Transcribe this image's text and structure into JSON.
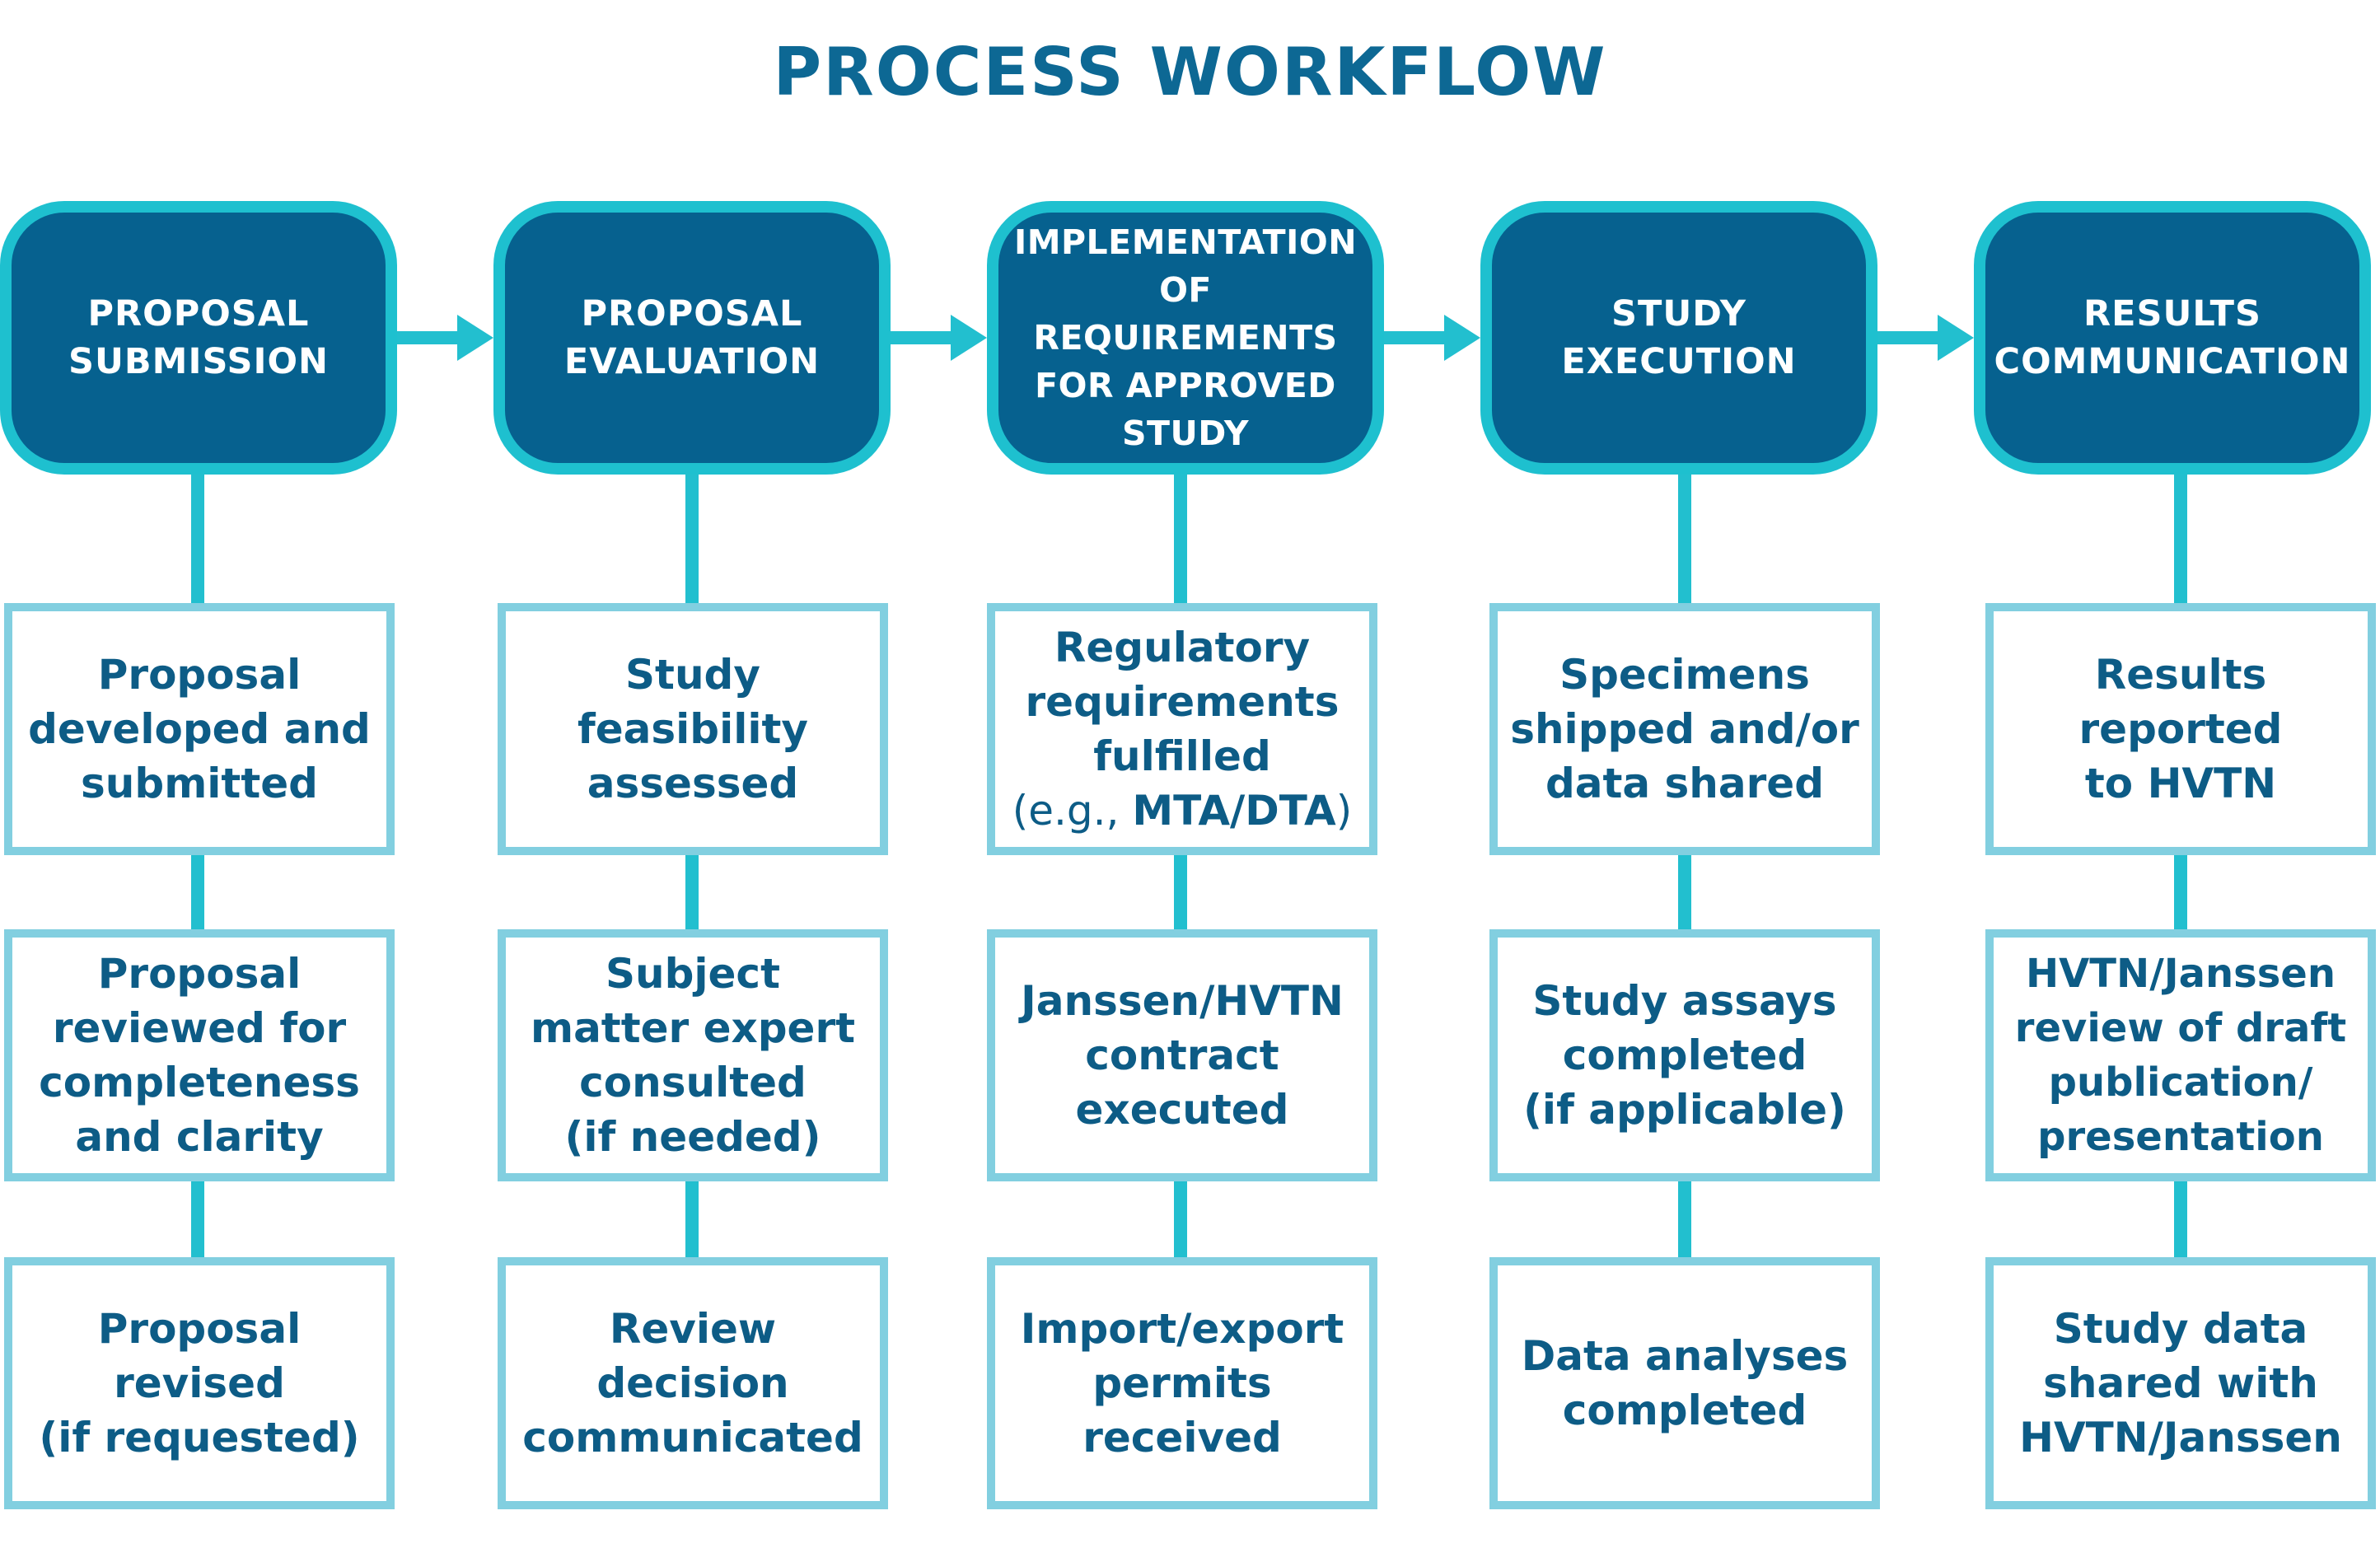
{
  "title": "PROCESS WORKFLOW",
  "colors": {
    "title": "#0d6894",
    "stage_fill": "#06618f",
    "stage_border": "#1ec0cf",
    "step_border": "#82cfe0",
    "step_text": "#0d5c86",
    "connector": "#22bfcf"
  },
  "columns": [
    {
      "stage": "PROPOSAL\nSUBMISSION",
      "steps": [
        "Proposal\ndeveloped and\nsubmitted",
        "Proposal\nreviewed for\ncompleteness\nand clarity",
        "Proposal\nrevised\n(if requested)"
      ]
    },
    {
      "stage": "PROPOSAL\nEVALUATION",
      "steps": [
        "Study\nfeasibility\nassessed",
        "Subject\nmatter expert\nconsulted\n(if needed)",
        "Review\ndecision\ncommunicated"
      ]
    },
    {
      "stage": "IMPLEMENTATION\nOF REQUIREMENTS\nFOR APPROVED\nSTUDY",
      "steps": [
        "Regulatory\nrequirements\nfulfilled",
        "Janssen/HVTN\ncontract\nexecuted",
        "Import/export\npermits\nreceived"
      ],
      "step_note": {
        "prefix": "(e.g., ",
        "emphasis": "MTA/DTA",
        "suffix": ")"
      }
    },
    {
      "stage": "STUDY\nEXECUTION",
      "steps": [
        "Specimens\nshipped and/or\ndata shared",
        "Study assays\ncompleted\n(if applicable)",
        "Data analyses\ncompleted"
      ]
    },
    {
      "stage": "RESULTS\nCOMMUNICATION",
      "steps": [
        "Results\nreported\nto HVTN",
        "HVTN/Janssen\nreview of draft\npublication/\npresentation",
        "Study data\nshared with\nHVTN/Janssen"
      ]
    }
  ]
}
